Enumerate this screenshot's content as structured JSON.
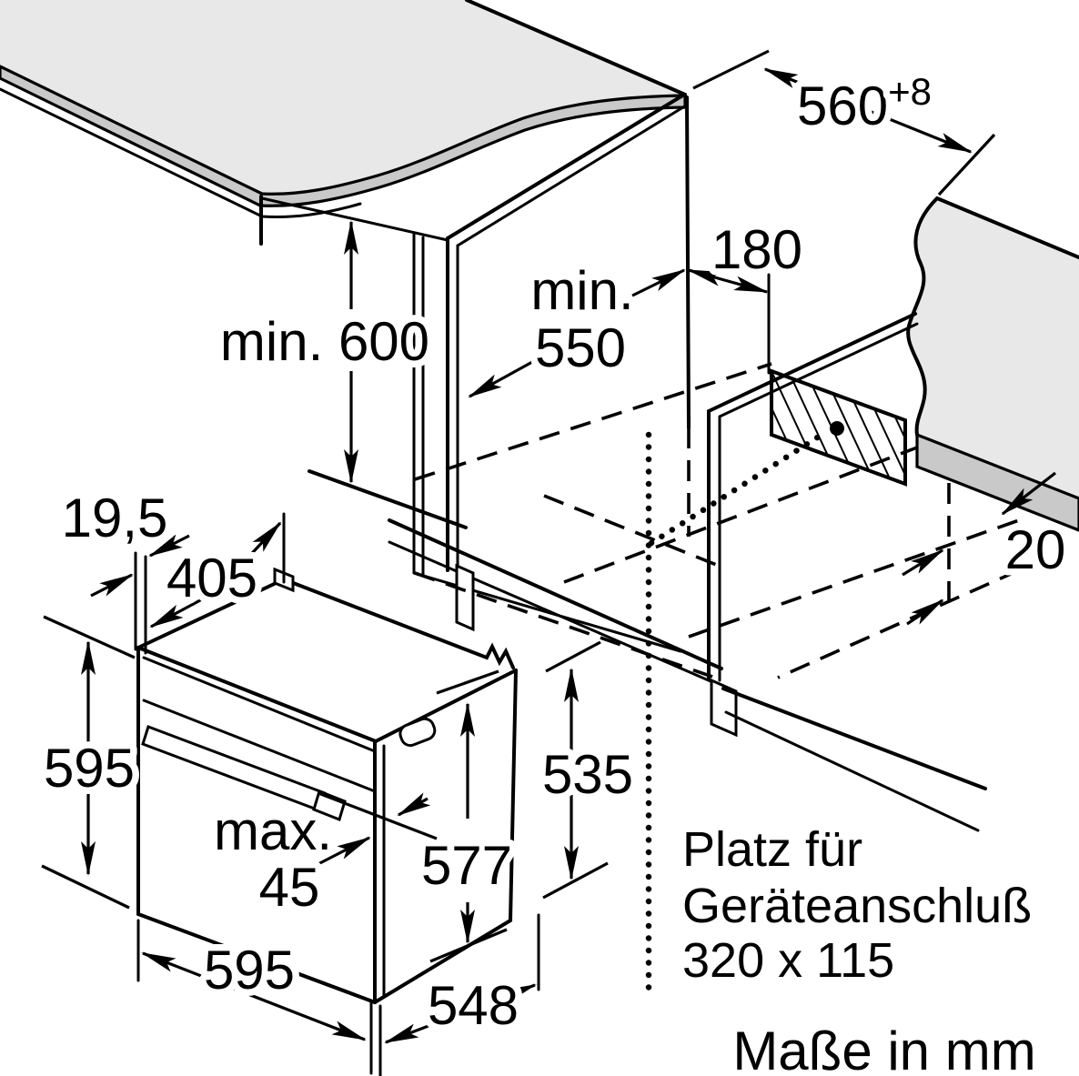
{
  "diagram": {
    "title": "oven-installation-dimensions",
    "labels": {
      "niche_width": "560",
      "niche_width_tol": "+8",
      "cable_slot_width": "180",
      "niche_depth_line1": "min.",
      "niche_depth_line2": "550",
      "niche_height": "min. 600",
      "front_overhang": "19,5",
      "top_depth": "405",
      "front_height": "595",
      "rear_height": "535",
      "body_height": "577",
      "handle_line1": "max.",
      "handle_line2": "45",
      "front_width": "595",
      "body_depth": "548",
      "rear_gap": "20",
      "connection_note_line1": "Platz für",
      "connection_note_line2": "Geräteanschluß",
      "connection_note_line3": "320 x 115",
      "units_note": "Maße in mm"
    },
    "colors": {
      "line": "#000000",
      "surface_gray": "#e8e8e8",
      "edge_gray": "#c9c9c9",
      "background": "#ffffff"
    }
  }
}
